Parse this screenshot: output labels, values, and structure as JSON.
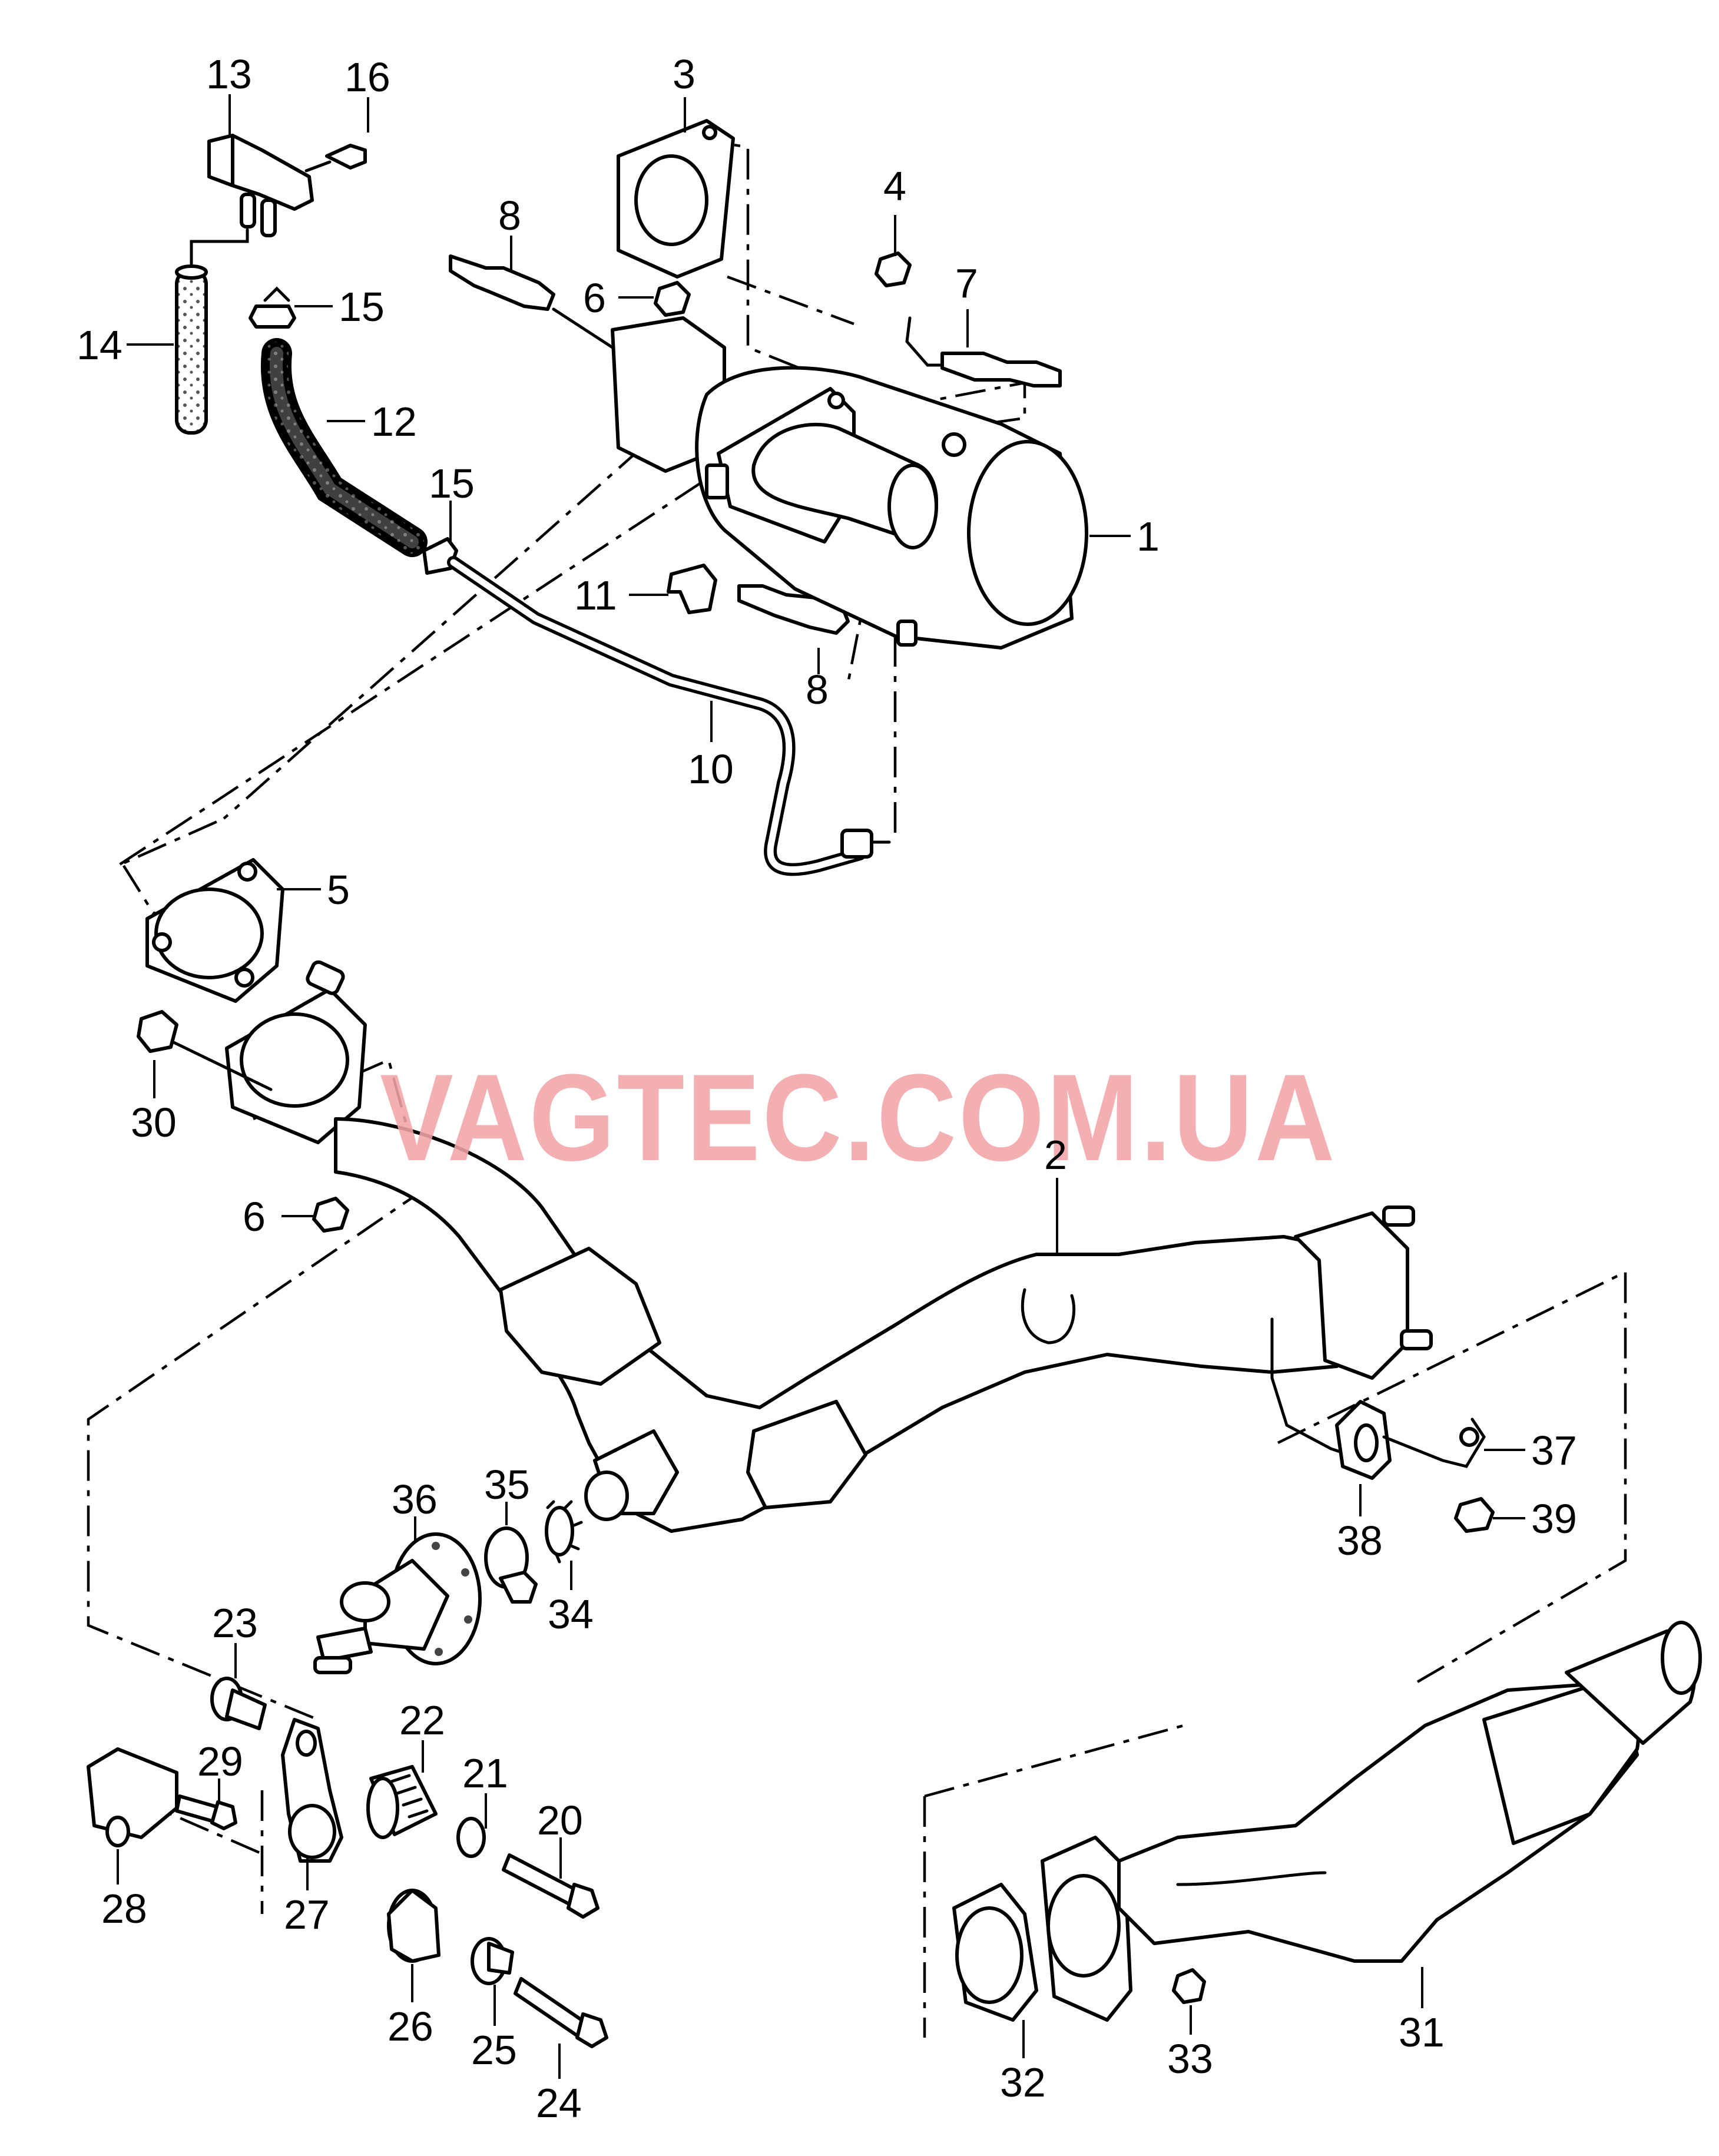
{
  "watermark": "VAGTEC.COM.UA",
  "callouts": [
    {
      "id": "p1",
      "text": "1"
    },
    {
      "id": "p2",
      "text": "2"
    },
    {
      "id": "p3",
      "text": "3"
    },
    {
      "id": "p4",
      "text": "4"
    },
    {
      "id": "p5",
      "text": "5"
    },
    {
      "id": "p6a",
      "text": "6"
    },
    {
      "id": "p6b",
      "text": "6"
    },
    {
      "id": "p7",
      "text": "7"
    },
    {
      "id": "p8a",
      "text": "8"
    },
    {
      "id": "p8b",
      "text": "8"
    },
    {
      "id": "p10",
      "text": "10"
    },
    {
      "id": "p11",
      "text": "11"
    },
    {
      "id": "p12",
      "text": "12"
    },
    {
      "id": "p13",
      "text": "13"
    },
    {
      "id": "p14",
      "text": "14"
    },
    {
      "id": "p15a",
      "text": "15"
    },
    {
      "id": "p15b",
      "text": "15"
    },
    {
      "id": "p16",
      "text": "16"
    },
    {
      "id": "p20",
      "text": "20"
    },
    {
      "id": "p21",
      "text": "21"
    },
    {
      "id": "p22",
      "text": "22"
    },
    {
      "id": "p23",
      "text": "23"
    },
    {
      "id": "p24",
      "text": "24"
    },
    {
      "id": "p25",
      "text": "25"
    },
    {
      "id": "p26",
      "text": "26"
    },
    {
      "id": "p27",
      "text": "27"
    },
    {
      "id": "p28",
      "text": "28"
    },
    {
      "id": "p29",
      "text": "29"
    },
    {
      "id": "p30",
      "text": "30"
    },
    {
      "id": "p31",
      "text": "31"
    },
    {
      "id": "p32",
      "text": "32"
    },
    {
      "id": "p33",
      "text": "33"
    },
    {
      "id": "p34",
      "text": "34"
    },
    {
      "id": "p35",
      "text": "35"
    },
    {
      "id": "p36",
      "text": "36"
    },
    {
      "id": "p37",
      "text": "37"
    },
    {
      "id": "p38",
      "text": "38"
    },
    {
      "id": "p39",
      "text": "39"
    }
  ]
}
